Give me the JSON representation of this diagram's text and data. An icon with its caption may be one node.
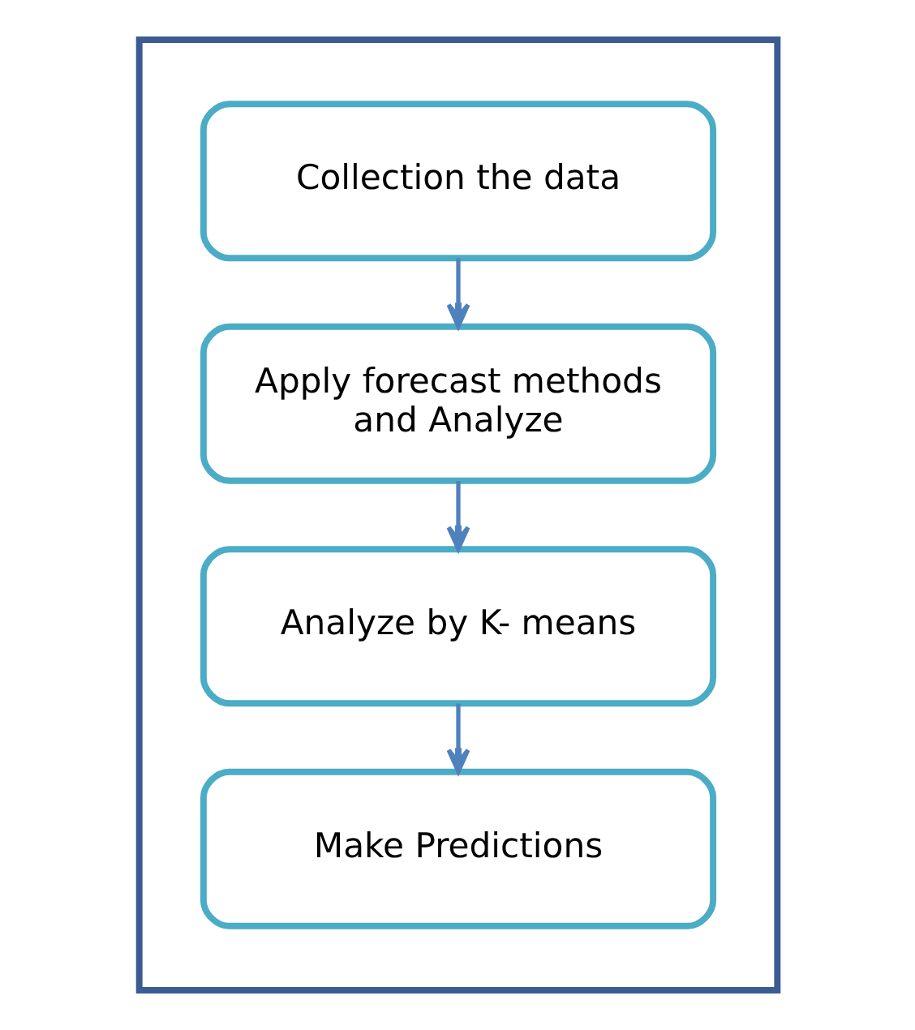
{
  "diagram": {
    "nodes": [
      {
        "text": [],
        "shape": "box"
      },
      {
        "text": [
          "Collection the data"
        ],
        "in": 0
      },
      {
        "text": [
          "Apply forecast methods and Analyze"
        ],
        "in": 0
      },
      {
        "text": [
          "Analyze by K- means"
        ],
        "in": 0
      },
      {
        "text": [
          "Make Predictions"
        ],
        "in": 0
      }
    ],
    "edges": [
      {
        "from": 1,
        "to": 2,
        "arrow": "to"
      },
      {
        "from": 2,
        "to": 3,
        "arrow": "to"
      },
      {
        "from": 3,
        "to": 4,
        "arrow": "to"
      }
    ]
  }
}
